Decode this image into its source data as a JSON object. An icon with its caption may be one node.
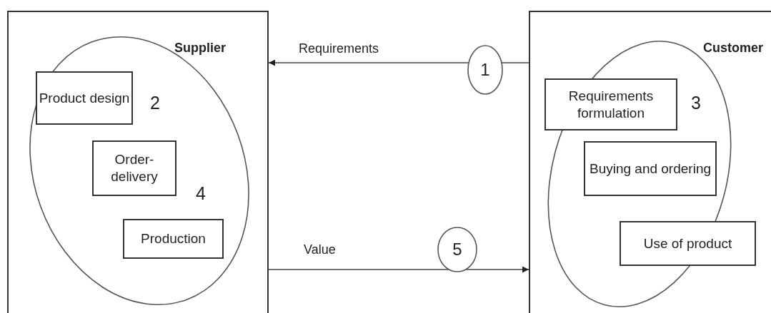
{
  "diagram": {
    "nodes": [
      {
        "text": [
          "Supplier"
        ]
      },
      {
        "text": [],
        "shape": "ellipse",
        "in": 0
      },
      {
        "text": [
          "Product design"
        ],
        "in": 1,
        "beside": [
          "2"
        ]
      },
      {
        "text": [
          "Order- delivery"
        ],
        "in": 1,
        "beside": [
          "4"
        ]
      },
      {
        "text": [
          "Production"
        ],
        "in": 1
      },
      {
        "text": [
          "Customer"
        ]
      },
      {
        "text": [],
        "shape": "ellipse",
        "in": 5
      },
      {
        "text": [
          "Requirements formulation"
        ],
        "in": 6,
        "beside": [
          "3"
        ]
      },
      {
        "text": [
          "Buying and ordering"
        ],
        "in": 6
      },
      {
        "text": [
          "Use of product"
        ],
        "in": 5
      },
      {
        "text": [
          "1"
        ]
      },
      {
        "text": [
          "5"
        ]
      }
    ],
    "edges": [
      {
        "from": 5,
        "to": 10,
        "arrow": "none"
      },
      {
        "from": 10,
        "to": 0,
        "arrow": "to",
        "label": "Requirements"
      },
      {
        "from": 0,
        "to": 11,
        "arrow": "none",
        "label": "Value"
      },
      {
        "from": 11,
        "to": 5,
        "arrow": "to"
      }
    ]
  }
}
